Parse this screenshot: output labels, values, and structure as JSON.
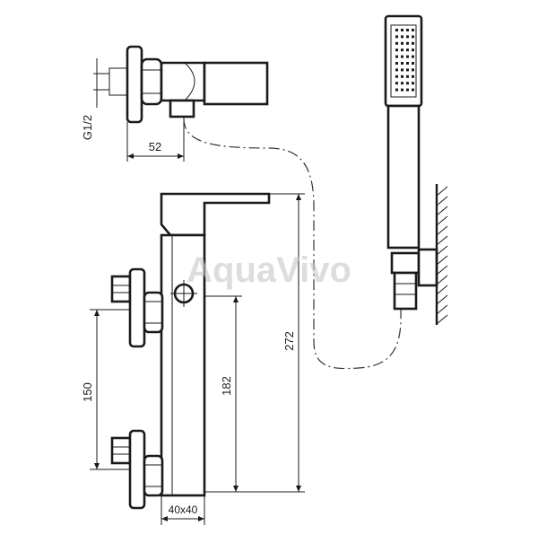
{
  "watermark": "AquaVivo",
  "dimensions": {
    "thread": "G1/2",
    "projection": "52",
    "overall_height": "272",
    "body_height": "182",
    "inlet_spacing": "150",
    "section": "40x40"
  },
  "icons": {
    "hand_shower": "hand-shower-icon",
    "wall_bracket": "wall-bracket-icon"
  },
  "colors": {
    "line": "#1a1a1a",
    "watermark": "#c8c8c8"
  }
}
